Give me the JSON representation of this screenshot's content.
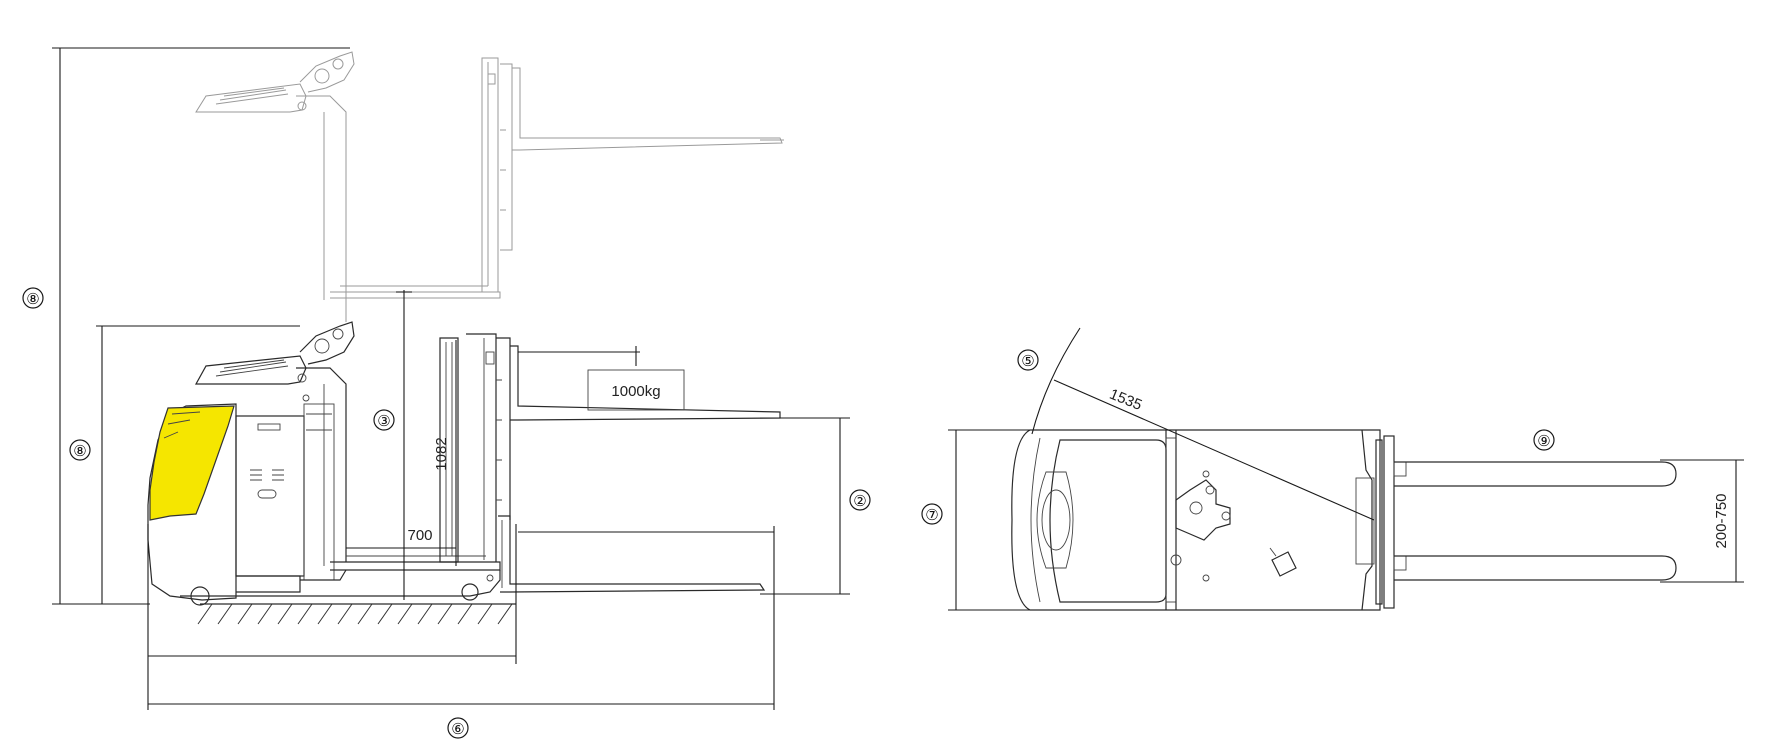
{
  "callouts": {
    "c2": "②",
    "c3": "③",
    "c5": "⑤",
    "c6": "⑥",
    "c7": "⑦",
    "c8a": "⑧",
    "c8b": "⑧",
    "c9": "⑨"
  },
  "dimensions": {
    "platform_height": "1082",
    "fork_inner": "700",
    "turning_radius": "1535",
    "fork_spread": "200-750",
    "load_label": "1000kg"
  },
  "colors": {
    "hood": "#f5e600",
    "line": "#2a2a2a",
    "faint": "#9a9a9a"
  }
}
